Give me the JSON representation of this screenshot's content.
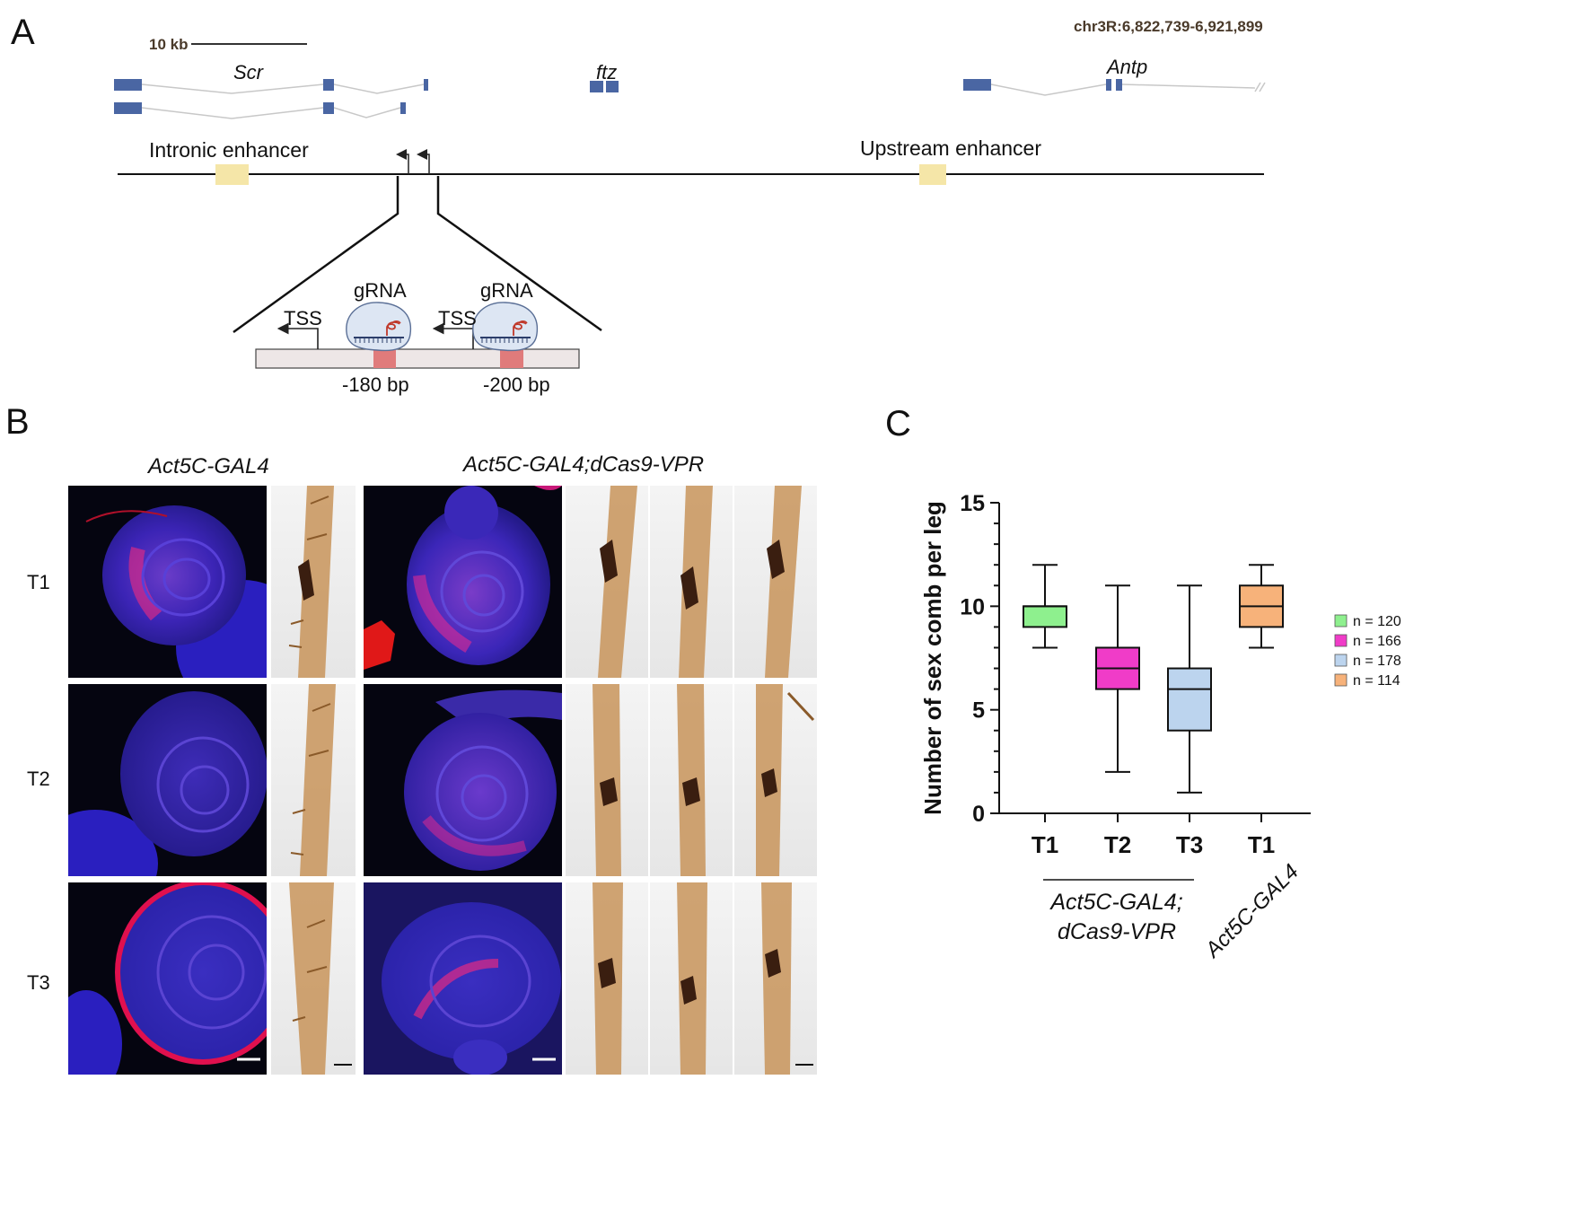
{
  "panels": {
    "a": "A",
    "b": "B",
    "c": "C"
  },
  "panel_a": {
    "scale_label": "10 kb",
    "coords": "chr3R:6,822,739-6,921,899",
    "genes": [
      "Scr",
      "ftz",
      "Antp"
    ],
    "enhancers": {
      "intronic": "Intronic enhancer",
      "upstream": "Upstream enhancer"
    },
    "zoom": {
      "tss": "TSS",
      "grna": "gRNA",
      "site1": "-180 bp",
      "site2": "-200 bp"
    },
    "colors": {
      "exon": "#4a66a3",
      "enhancer": "#f5e6a8",
      "target": "#e07b7b",
      "bar": "#ede6e6"
    }
  },
  "panel_b": {
    "genotype_ctrl": "Act5C-GAL4",
    "genotype_exp": "Act5C-GAL4;dCas9-VPR",
    "rows": [
      "T1",
      "T2",
      "T3"
    ]
  },
  "chart_data": {
    "type": "box",
    "ylabel": "Number of sex comb per leg",
    "ylim": [
      0,
      15
    ],
    "yticks": [
      0,
      5,
      10,
      15
    ],
    "categories": [
      "T1",
      "T2",
      "T3",
      "T1"
    ],
    "group_label_line1": "Act5C-GAL4;",
    "group_label_line2": "dCas9-VPR",
    "ctrl_label": "Act5C-GAL4",
    "legend_position": "right",
    "series": [
      {
        "label": "n = 120",
        "color": "#8ef08e",
        "min": 8,
        "q1": 9,
        "median": 10,
        "q3": 10,
        "max": 12
      },
      {
        "label": "n = 166",
        "color": "#f03cc8",
        "min": 2,
        "q1": 6,
        "median": 7,
        "q3": 8,
        "max": 11
      },
      {
        "label": "n = 178",
        "color": "#bcd4ee",
        "min": 1,
        "q1": 4,
        "median": 6,
        "q3": 7,
        "max": 11
      },
      {
        "label": "n = 114",
        "color": "#f7b27a",
        "min": 8,
        "q1": 9,
        "median": 10,
        "q3": 11,
        "max": 12
      }
    ]
  }
}
